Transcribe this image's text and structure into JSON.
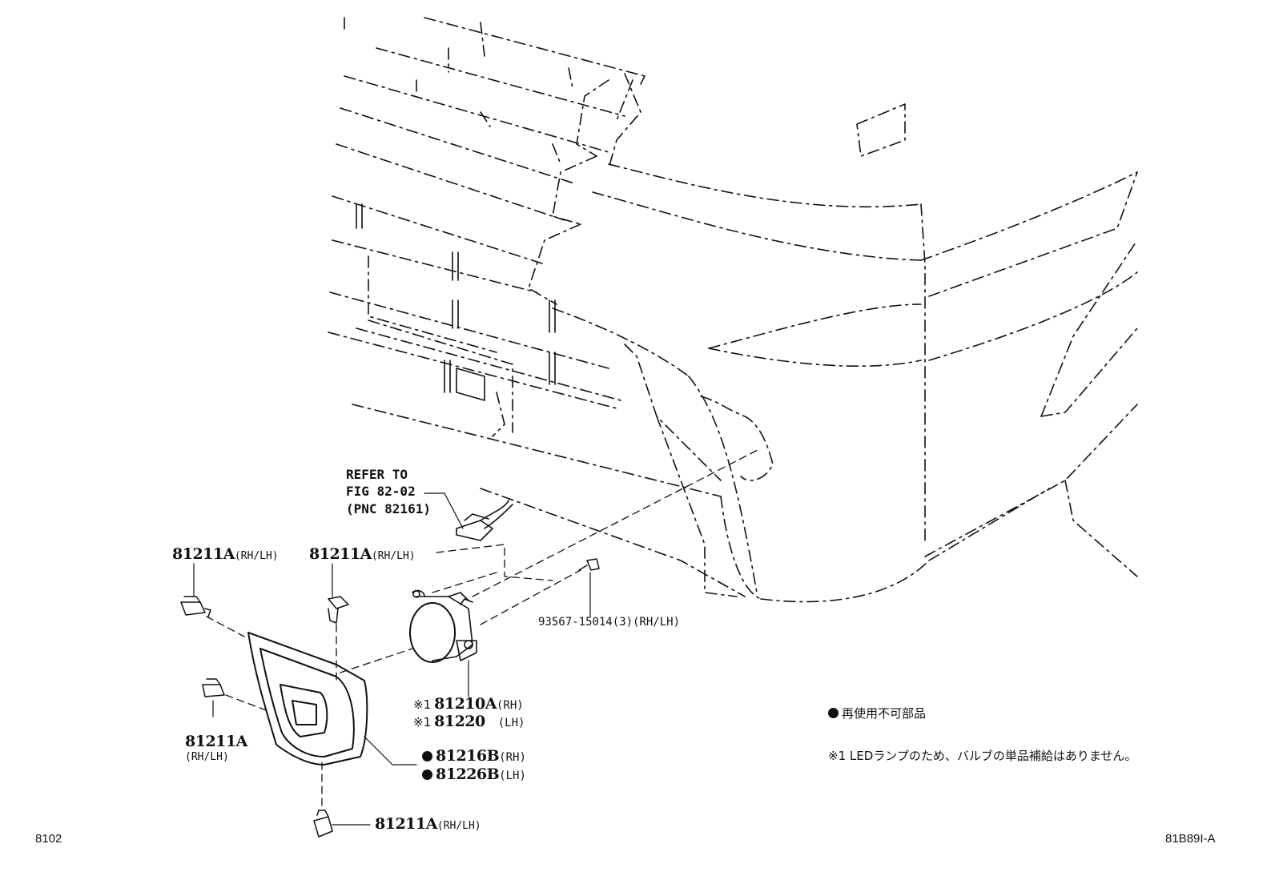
{
  "ref": {
    "line1": "REFER TO",
    "line2": "FIG 82-02",
    "line3": "(PNC 82161)"
  },
  "labels": {
    "clip_tl_pn": "81211A",
    "clip_tl_sub": "(RH/LH)",
    "clip_tc_pn": "81211A",
    "clip_tc_sub": "(RH/LH)",
    "clip_l_pn": "81211A",
    "clip_l_sub": "(RH/LH)",
    "clip_b_pn": "81211A",
    "clip_b_sub": "(RH/LH)",
    "screw": "93567-15014(3)(RH/LH)",
    "fog_rh_mark": "※1",
    "fog_rh_pn": "81210A",
    "fog_rh_sub": "(RH)",
    "fog_lh_mark": "※1",
    "fog_lh_pn": "81220",
    "fog_lh_sub": "(LH)",
    "cover_rh_pn": "81216B",
    "cover_rh_sub": "(RH)",
    "cover_lh_pn": "81226B",
    "cover_lh_sub": "(LH)"
  },
  "legend": {
    "non_reusable": "再使用不可部品",
    "led_note": "※1 LEDランプのため、バルブの単品補給はありません。"
  },
  "codes": {
    "figure_no": "8102",
    "illustration_id": "81B89I-A"
  }
}
